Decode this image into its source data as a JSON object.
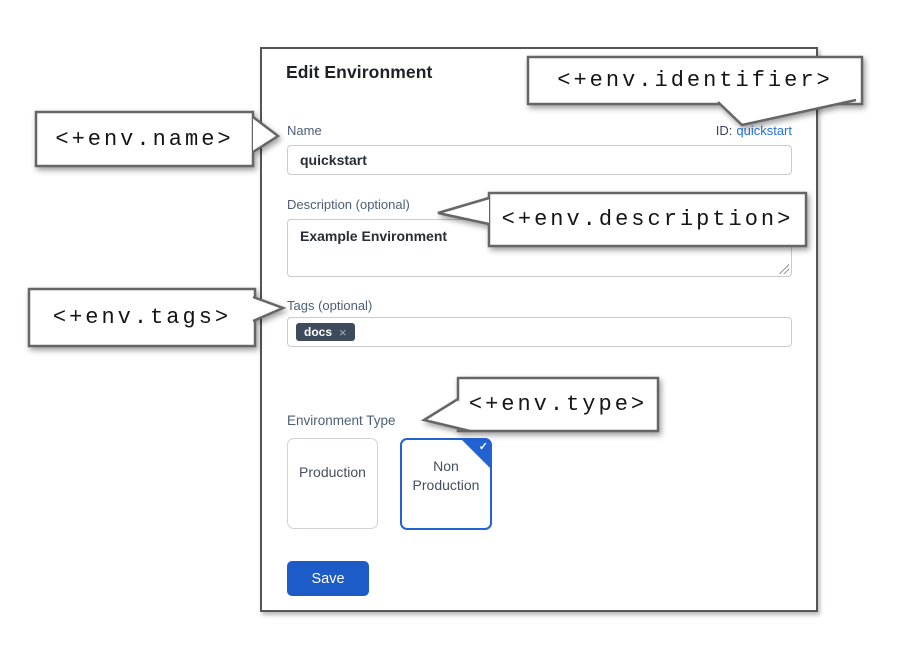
{
  "dialog": {
    "title": "Edit Environment",
    "fields": {
      "name": {
        "label": "Name",
        "value": "quickstart"
      },
      "identifier": {
        "label": "ID:",
        "value": "quickstart"
      },
      "description": {
        "label": "Description (optional)",
        "value": "Example Environment"
      },
      "tags": {
        "label": "Tags (optional)",
        "chips": [
          {
            "label": "docs",
            "remove_icon": "×"
          }
        ]
      }
    },
    "environment_type": {
      "label": "Environment Type",
      "options": [
        {
          "label": "Production",
          "selected": false
        },
        {
          "label": "Non Production",
          "selected": true
        }
      ],
      "selected_check_icon": "✓"
    },
    "buttons": {
      "save": "Save"
    }
  },
  "annotations": {
    "name": "<+env.name>",
    "identifier": "<+env.identifier>",
    "description": "<+env.description>",
    "tags": "<+env.tags>",
    "type": "<+env.type>"
  },
  "colors": {
    "selected_card_blue": "#2262d2",
    "link_blue": "#2271e8",
    "save_button_blue": "#1d5bc9",
    "tag_chip_bg": "#3e4b5c",
    "field_label_slate": "#4d5e76"
  }
}
